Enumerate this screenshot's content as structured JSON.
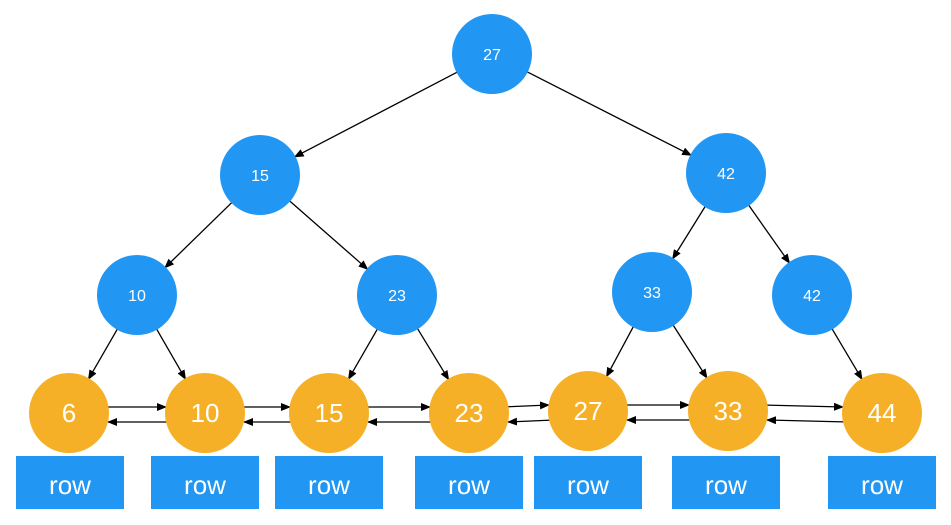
{
  "colors": {
    "internal_node": "#2196f3",
    "leaf_node": "#f5b027",
    "row_box": "#2196f3",
    "edge": "#000000",
    "text": "#ffffff"
  },
  "tree": {
    "internal_nodes": [
      {
        "id": "n27",
        "label": "27"
      },
      {
        "id": "n15",
        "label": "15"
      },
      {
        "id": "n42a",
        "label": "42"
      },
      {
        "id": "n10",
        "label": "10"
      },
      {
        "id": "n23",
        "label": "23"
      },
      {
        "id": "n33",
        "label": "33"
      },
      {
        "id": "n42b",
        "label": "42"
      }
    ],
    "leaf_nodes": [
      {
        "id": "l6",
        "label": "6"
      },
      {
        "id": "l10",
        "label": "10"
      },
      {
        "id": "l15",
        "label": "15"
      },
      {
        "id": "l23",
        "label": "23"
      },
      {
        "id": "l27",
        "label": "27"
      },
      {
        "id": "l33",
        "label": "33"
      },
      {
        "id": "l44",
        "label": "44"
      }
    ],
    "rows": [
      {
        "label": "row"
      },
      {
        "label": "row"
      },
      {
        "label": "row"
      },
      {
        "label": "row"
      },
      {
        "label": "row"
      },
      {
        "label": "row"
      },
      {
        "label": "row"
      }
    ],
    "edges": [
      {
        "from": "n27",
        "to": "n15"
      },
      {
        "from": "n27",
        "to": "n42a"
      },
      {
        "from": "n15",
        "to": "n10"
      },
      {
        "from": "n15",
        "to": "n23"
      },
      {
        "from": "n42a",
        "to": "n33"
      },
      {
        "from": "n42a",
        "to": "n42b"
      },
      {
        "from": "n10",
        "to": "l6"
      },
      {
        "from": "n10",
        "to": "l10"
      },
      {
        "from": "n23",
        "to": "l15"
      },
      {
        "from": "n23",
        "to": "l23"
      },
      {
        "from": "n33",
        "to": "l27"
      },
      {
        "from": "n33",
        "to": "l33"
      },
      {
        "from": "n42b",
        "to": "l44"
      }
    ]
  }
}
